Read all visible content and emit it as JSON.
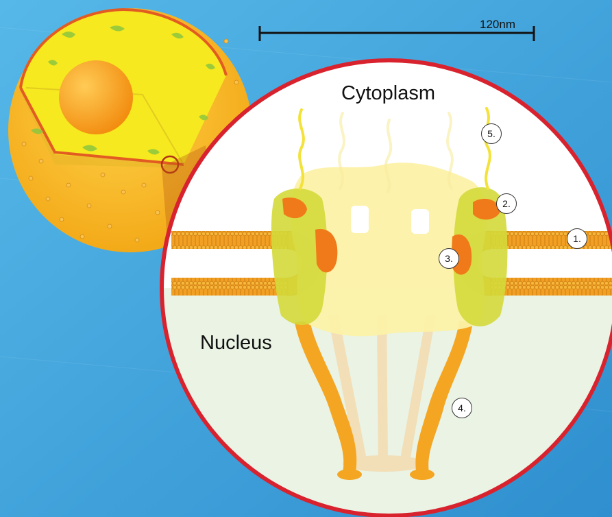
{
  "diagram": {
    "scale_bar": {
      "label": "120nm"
    },
    "regions": {
      "cytoplasm": "Cytoplasm",
      "nucleus": "Nucleus"
    },
    "callouts": [
      {
        "id": "1",
        "text": "1."
      },
      {
        "id": "2",
        "text": "2."
      },
      {
        "id": "3",
        "text": "3."
      },
      {
        "id": "4",
        "text": "4."
      },
      {
        "id": "5",
        "text": "5."
      }
    ]
  },
  "colors": {
    "background": "#4aaee0",
    "magnifier_rim": "#d8232f",
    "membrane": "#e99a1e",
    "cell_outer": "#f5b21a",
    "cell_inner": "#f4e11c",
    "nucleolus": "#f59b1a",
    "nucleoplasm": "#eaf3e4",
    "complex": "#fcf1a8",
    "ring": "#d4d93a",
    "basket": "#f4a622",
    "filament": "#f3e23a"
  }
}
